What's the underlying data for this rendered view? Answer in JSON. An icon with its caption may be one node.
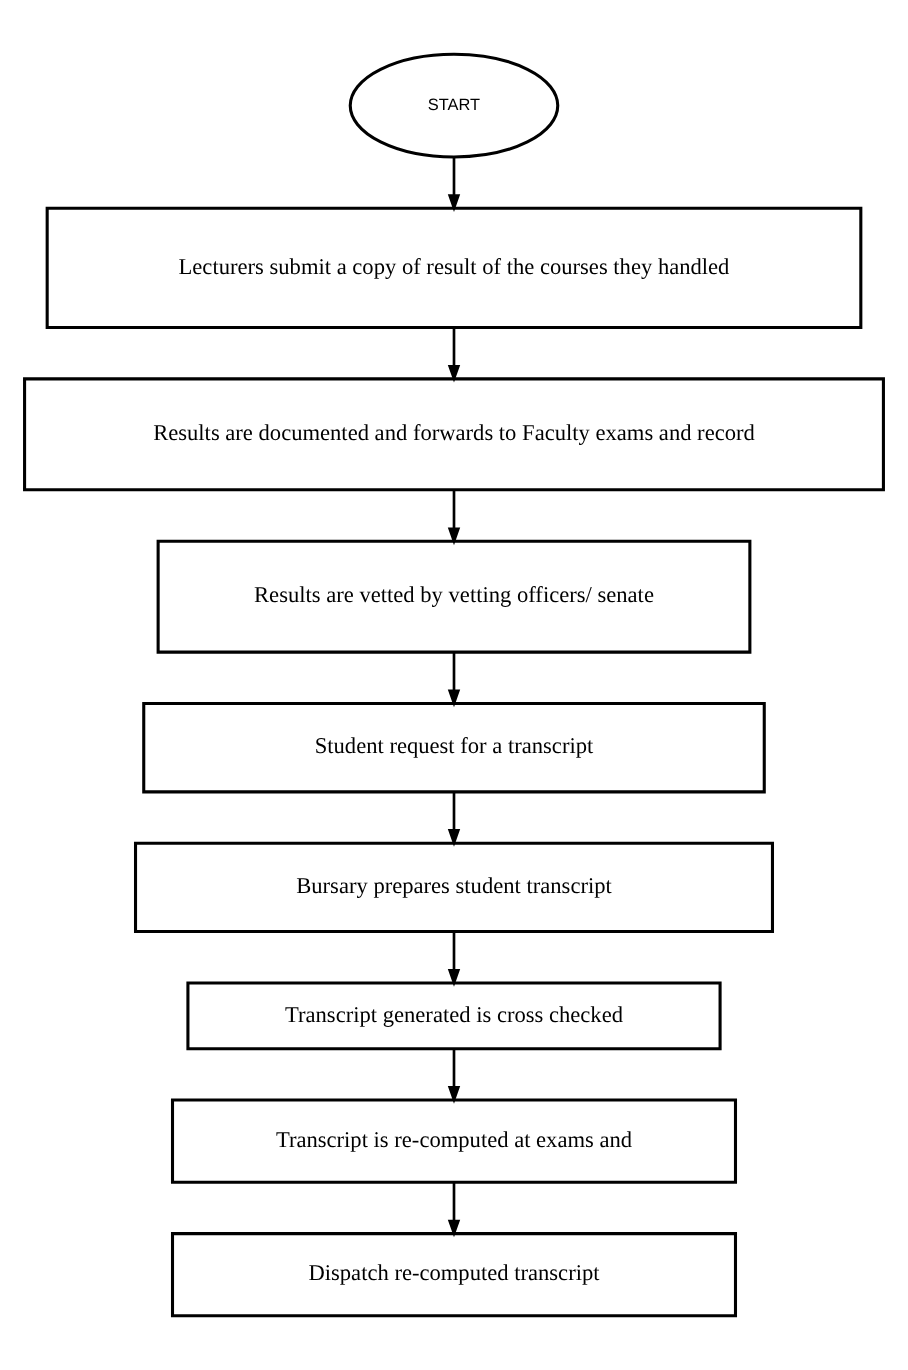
{
  "diagram": {
    "nodes": [
      {
        "text": [
          "START"
        ]
      },
      {
        "text": [
          "Lecturers submit a copy of result of the courses they handled"
        ]
      },
      {
        "text": [
          "Results are documented and forwards to Faculty exams and record"
        ]
      },
      {
        "text": [
          "Results are vetted by vetting officers/ senate"
        ]
      },
      {
        "text": [
          "Student request for a transcript"
        ]
      },
      {
        "text": [
          "Bursary prepares student transcript"
        ]
      },
      {
        "text": [
          "Transcript generated is cross checked"
        ]
      },
      {
        "text": [
          "Transcript is re-computed at exams and"
        ]
      },
      {
        "text": [
          "Dispatch re-computed transcript"
        ]
      }
    ],
    "edges": [
      {
        "from": 0,
        "to": 1,
        "arrow": "to"
      },
      {
        "from": 1,
        "to": 2,
        "arrow": "to"
      },
      {
        "from": 2,
        "to": 3,
        "arrow": "to"
      },
      {
        "from": 3,
        "to": 4,
        "arrow": "to"
      },
      {
        "from": 4,
        "to": 5,
        "arrow": "to"
      },
      {
        "from": 5,
        "to": 6,
        "arrow": "to"
      },
      {
        "from": 6,
        "to": 7,
        "arrow": "to"
      },
      {
        "from": 7,
        "to": 8,
        "arrow": "to"
      }
    ]
  }
}
